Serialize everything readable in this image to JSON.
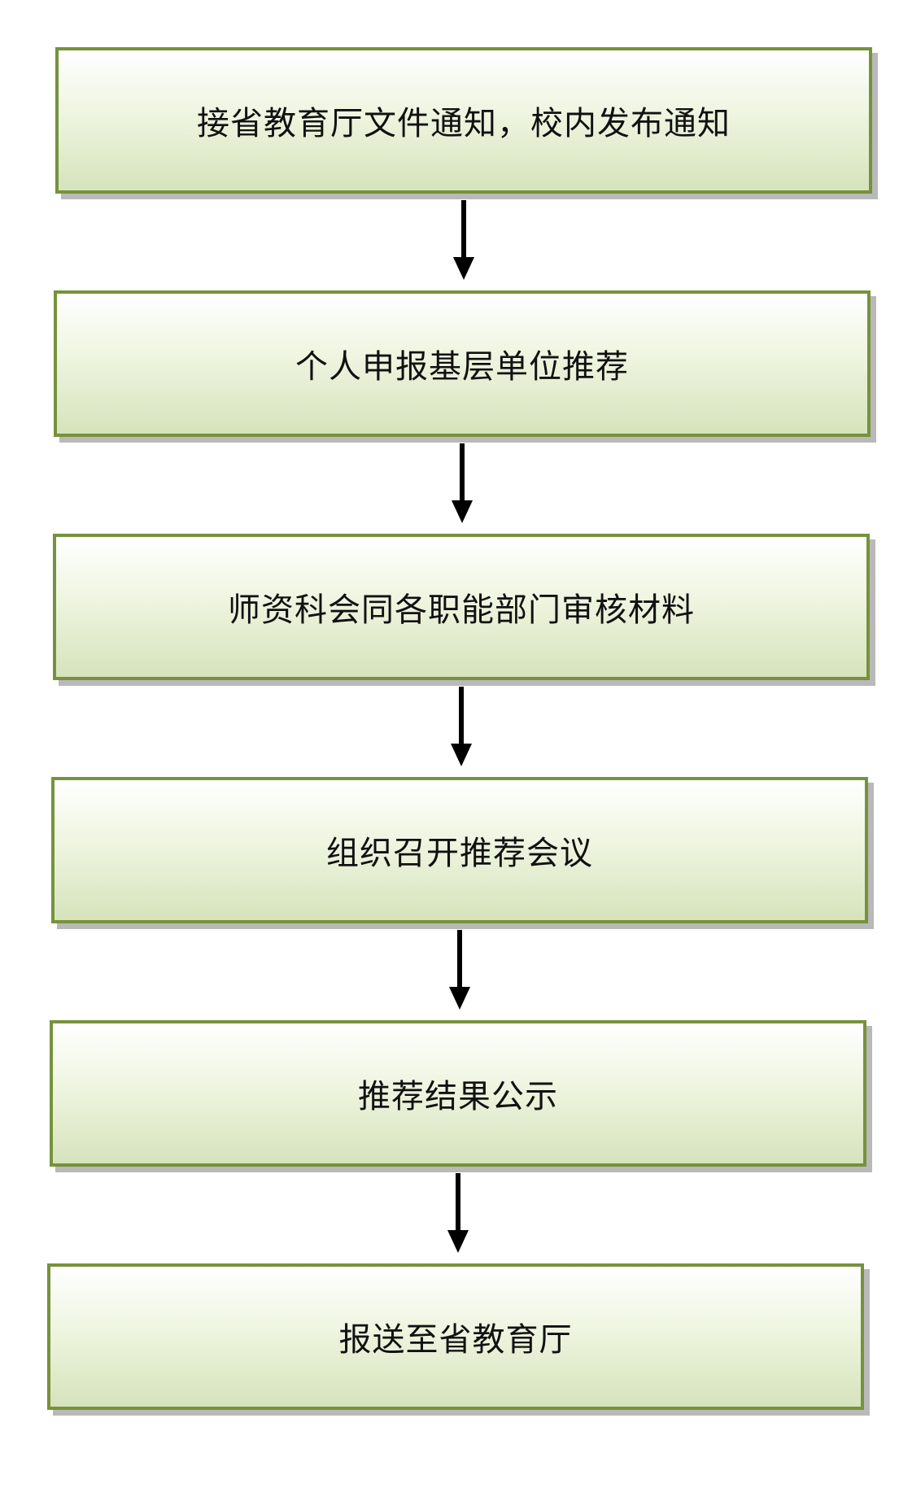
{
  "flowchart": {
    "steps": [
      {
        "id": "notice",
        "label": "接省教育厅文件通知，校内发布通知"
      },
      {
        "id": "apply",
        "label": "个人申报基层单位推荐"
      },
      {
        "id": "review",
        "label": "师资科会同各职能部门审核材料"
      },
      {
        "id": "meeting",
        "label": "组织召开推荐会议"
      },
      {
        "id": "publicity",
        "label": "推荐结果公示"
      },
      {
        "id": "submit",
        "label": "报送至省教育厅"
      }
    ]
  },
  "colors": {
    "box_border": "#76923c",
    "box_fill_top": "#ffffff",
    "box_fill_bottom": "#d6e3bc",
    "arrow": "#000000"
  }
}
